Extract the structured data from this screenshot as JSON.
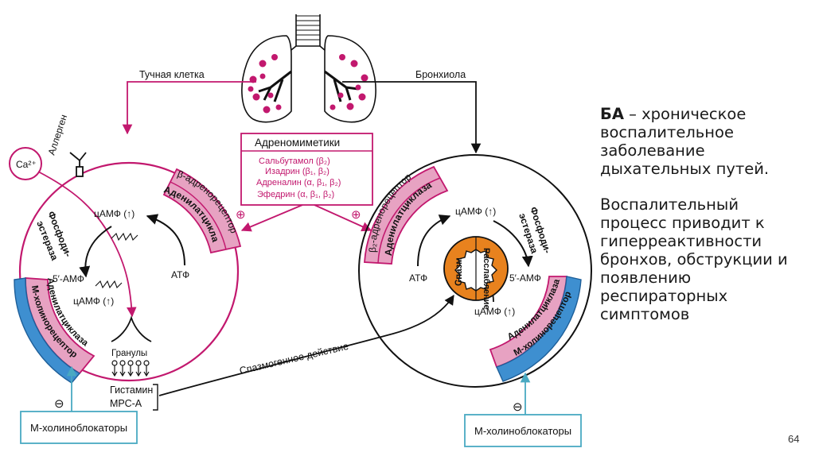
{
  "labels": {
    "mast_cell": "Тучная клетка",
    "bronchiole": "Бронхиола",
    "allergen": "Аллерген",
    "ca": "Ca²⁺",
    "adrenomimetics_title": "Адреномиметики",
    "adrenomimetics": [
      "Сальбутамол (β₂)",
      "Изадрин (β₁, β₂)",
      "Адреналин (α, β₁, β₂)",
      "Эфедрин (α, β₁, β₂)"
    ],
    "beta_receptor_left": "β-адренорецептор",
    "adenylate_cyclase_left": "Аденилатциклаза",
    "beta2_receptor_right": "β₂-адренорецептор",
    "adenylate_cyclase_right": "Аденилатциклаза",
    "camp_up_left": "цАМФ (↑)",
    "camp_mid_left": "цАМФ (↑)",
    "camp_up_right": "цАМФ (↑)",
    "camp_low_right": "цАМФ (↑)",
    "pde_left_1": "Фосфоди-",
    "pde_left_2": "эстераза",
    "pde_right_1": "Фосфоди-",
    "pde_right_2": "эстераза",
    "amp_left": "5′-АМФ",
    "amp_right": "5′-АМФ",
    "atp_left": "АТФ",
    "atp_right": "АТФ",
    "adenylate_cyclase_low_left": "Аденилатциклаза",
    "m_receptor_left": "М-холинорецептор",
    "adenylate_cyclase_low_right": "Аденилатциклаза",
    "m_receptor_right": "М-холинорецептор",
    "granules": "Гранулы",
    "histamine": "Гистамин",
    "mrs_a": "МРС-А",
    "spasmogenic": "Спазмогенное действие",
    "spasm": "Спазм",
    "relaxation": "Расслабление",
    "m_blockers_left": "М-холиноблокаторы",
    "m_blockers_right": "М-холиноблокаторы",
    "plus": "⊕",
    "minus": "⊖"
  },
  "side_text": {
    "abbr": "БА",
    "p1_rest": " – хроническое воспалительное заболевание дыхательных путей.",
    "p2": "Воспалительный процесс приводит к гиперреактивности бронхов, обструкции и появлению респираторных симптомов"
  },
  "page_number": "64",
  "colors": {
    "magenta": "#c2186e",
    "pink_fill": "#e7a2c2",
    "blue": "#3e8fd0",
    "teal": "#49a9c2",
    "orange": "#e8821e",
    "lung_dot": "#c2186e"
  }
}
